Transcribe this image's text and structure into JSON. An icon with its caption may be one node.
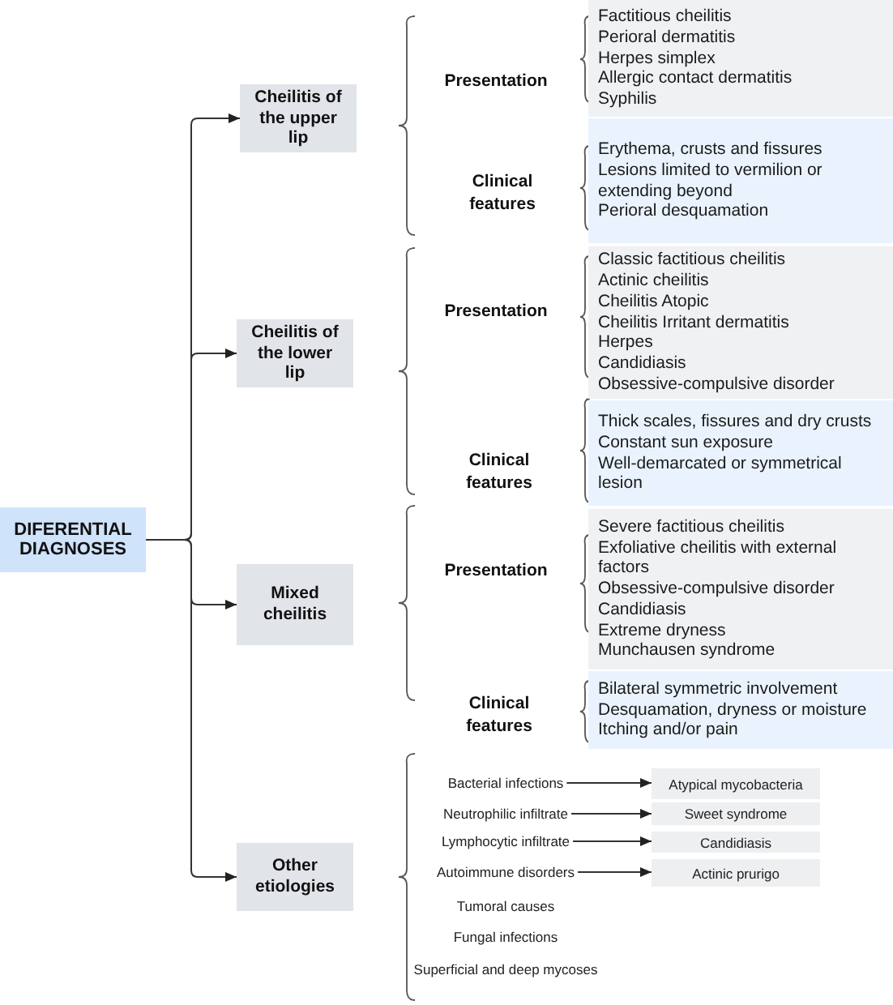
{
  "diagram": {
    "nodes": [
      {
        "text": [
          "DIFERENTIAL DIAGNOSES"
        ]
      },
      {
        "text": [
          "Cheilitis of the upper lip"
        ]
      },
      {
        "text": [
          "Cheilitis of the lower lip"
        ]
      },
      {
        "text": [
          "Mixed cheilitis"
        ]
      },
      {
        "text": [
          "Other etiologies"
        ]
      },
      {
        "text": [
          "Factitious cheilitis",
          "Perioral dermatitis",
          "Herpes simplex",
          "Allergic contact dermatitis",
          "Syphilis"
        ]
      },
      {
        "text": [
          "Erythema, crusts and fissures",
          "Lesions limited to vermilion or extending beyond",
          "Perioral desquamation"
        ]
      },
      {
        "text": [
          "Classic factitious cheilitis",
          "Actinic cheilitis",
          "Cheilitis Atopic",
          "Cheilitis Irritant dermatitis",
          "Herpes",
          "Candidiasis",
          "Obsessive-compulsive disorder"
        ]
      },
      {
        "text": [
          "Thick scales, fissures  and dry crusts",
          "Constant sun exposure",
          "Well-demarcated or symmetrical lesion"
        ]
      },
      {
        "text": [
          "Severe factitious cheilitis",
          "Exfoliative cheilitis with external factors",
          "Obsessive-compulsive disorder",
          "Candidiasis",
          "Extreme dryness",
          "Munchausen syndrome"
        ]
      },
      {
        "text": [
          "Bilateral symmetric involvement",
          "Desquamation, dryness or moisture",
          "Itching and/or pain"
        ]
      },
      {
        "text": [
          "Bacterial infections"
        ]
      },
      {
        "text": [
          "Neutrophilic infiltrate"
        ]
      },
      {
        "text": [
          "Lymphocytic infiltrate"
        ]
      },
      {
        "text": [
          "Autoimmune disorders"
        ]
      },
      {
        "text": [
          "Atypical mycobacteria"
        ]
      },
      {
        "text": [
          "Sweet syndrome"
        ]
      },
      {
        "text": [
          "Candidiasis"
        ]
      },
      {
        "text": [
          "Actinic prurigo"
        ]
      }
    ],
    "edges": [
      {
        "from": 0,
        "to": 1,
        "arrow": "to"
      },
      {
        "from": 0,
        "to": 2,
        "arrow": "to"
      },
      {
        "from": 0,
        "to": 3,
        "arrow": "to"
      },
      {
        "from": 0,
        "to": 4,
        "arrow": "to"
      },
      {
        "from": 11,
        "to": 15,
        "arrow": "to"
      },
      {
        "from": 12,
        "to": 16,
        "arrow": "to"
      },
      {
        "from": 13,
        "to": 17,
        "arrow": "to"
      },
      {
        "from": 14,
        "to": 18,
        "arrow": "to"
      }
    ],
    "labels": [
      "Presentation",
      "Clinical features",
      "Presentation",
      "Clinical features",
      "Presentation",
      "Clinical features",
      "Tumoral causes",
      "Fungal infections",
      "Superficial and deep mycoses"
    ]
  }
}
